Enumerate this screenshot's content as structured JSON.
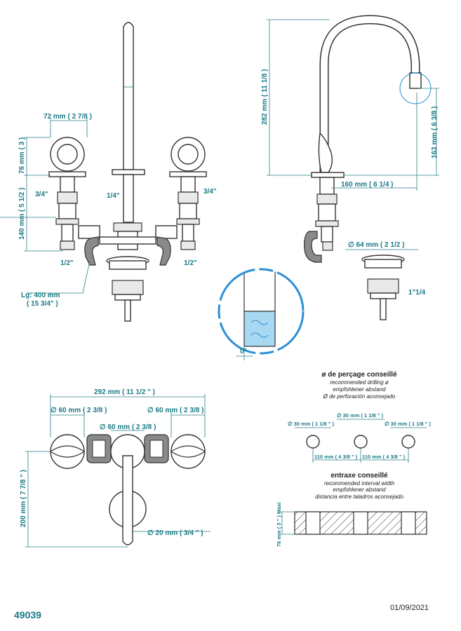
{
  "front_view": {
    "width_dim": "72 mm ( 2 7/8 )",
    "height_dim": "76 mm ( 3 )",
    "body_dim": "140 mm ( 5 1/2 )",
    "thread_left": "3/4\"",
    "thread_right": "3/4\"",
    "thread_center": "1/4\"",
    "outlet_left": "1/2\"",
    "outlet_right": "1/2\"",
    "hose_length": "Lg: 400 mm",
    "hose_length_inch": "( 15 3/4\" )"
  },
  "side_view": {
    "height_dim": "282 mm ( 11 1/8 )",
    "spout_height_dim": "163 mm ( 6 3/8 )",
    "reach_dim": "160 mm ( 6 1/4 )",
    "waste_dim": "∅ 64 mm ( 2 1/2 )",
    "waste_thread": "1\"1/4"
  },
  "detail": {
    "angle": "0°"
  },
  "top_view": {
    "overall_dim": "292 mm ( 11 1/2 \" )",
    "left_dia": "∅ 60 mm ( 2 3/8 )",
    "right_dia": "∅ 60 mm ( 2 3/8 )",
    "center_dia": "∅ 60 mm ( 2 3/8 )",
    "depth_dim": "200 mm ( 7 7/8 \" )",
    "waste_dia": "∅ 20 mm ( 3/4 \" )"
  },
  "drilling": {
    "title": "ø de perçage conseillé",
    "sub_en": "recommended drilling ø",
    "sub_de": "empfohlener abstand",
    "sub_es": "Ø de perforación aconsejado",
    "hole_left": "∅ 30 mm ( 1 1/8 \" )",
    "hole_center": "∅ 30 mm ( 1 1/8 \" )",
    "hole_right": "∅ 30 mm ( 1 1/8 \" )",
    "spacing_left": "110 mm ( 4 3/8 \" )",
    "spacing_right": "110 mm ( 4 3/8 \" )"
  },
  "interval": {
    "title": "entraxe conseillé",
    "sub_en": "recommended interval width",
    "sub_de": "empfohlener abstand",
    "sub_es": "distancia entre taladros aconsejado",
    "thickness_dim": "76 mm ( 3 \" ) Maxi"
  },
  "footer": {
    "code": "49039",
    "date": "01/09/2021"
  },
  "colors": {
    "accent": "#1a7a86",
    "detail_blue": "#2b8fd6",
    "water": "#a9d8f2"
  }
}
